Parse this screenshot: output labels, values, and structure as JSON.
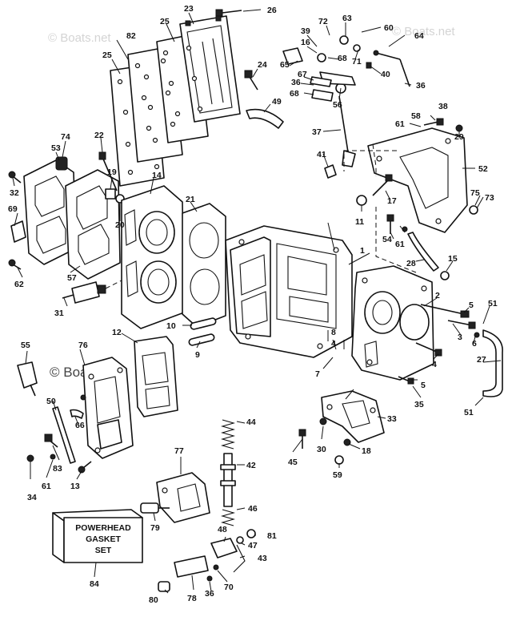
{
  "watermarks": [
    "© Boats.net",
    "© Boats.net",
    "© Boats.net"
  ],
  "gasket_box": {
    "line1": "POWERHEAD",
    "line2": "GASKET",
    "line3": "SET"
  },
  "callouts": [
    {
      "id": "c1",
      "n": "1"
    },
    {
      "id": "c2",
      "n": "2"
    },
    {
      "id": "c3",
      "n": "3"
    },
    {
      "id": "c4",
      "n": "4"
    },
    {
      "id": "c5a",
      "n": "5"
    },
    {
      "id": "c5b",
      "n": "5"
    },
    {
      "id": "c6",
      "n": "6"
    },
    {
      "id": "c7",
      "n": "7"
    },
    {
      "id": "c8",
      "n": "8"
    },
    {
      "id": "c4b",
      "n": "4"
    },
    {
      "id": "c9",
      "n": "9"
    },
    {
      "id": "c10",
      "n": "10"
    },
    {
      "id": "c11",
      "n": "11"
    },
    {
      "id": "c12",
      "n": "12"
    },
    {
      "id": "c13",
      "n": "13"
    },
    {
      "id": "c14",
      "n": "14"
    },
    {
      "id": "c15",
      "n": "15"
    },
    {
      "id": "c16",
      "n": "16"
    },
    {
      "id": "c17",
      "n": "17"
    },
    {
      "id": "c18",
      "n": "18"
    },
    {
      "id": "c19",
      "n": "19"
    },
    {
      "id": "c20",
      "n": "20"
    },
    {
      "id": "c21",
      "n": "21"
    },
    {
      "id": "c22",
      "n": "22"
    },
    {
      "id": "c23",
      "n": "23"
    },
    {
      "id": "c24",
      "n": "24"
    },
    {
      "id": "c25a",
      "n": "25"
    },
    {
      "id": "c25b",
      "n": "25"
    },
    {
      "id": "c26",
      "n": "26"
    },
    {
      "id": "c27",
      "n": "27"
    },
    {
      "id": "c28",
      "n": "28"
    },
    {
      "id": "c29",
      "n": "29"
    },
    {
      "id": "c30",
      "n": "30"
    },
    {
      "id": "c31",
      "n": "31"
    },
    {
      "id": "c32",
      "n": "32"
    },
    {
      "id": "c33",
      "n": "33"
    },
    {
      "id": "c34",
      "n": "34"
    },
    {
      "id": "c35",
      "n": "35"
    },
    {
      "id": "c36a",
      "n": "36"
    },
    {
      "id": "c36b",
      "n": "36"
    },
    {
      "id": "c36c",
      "n": "36"
    },
    {
      "id": "c37",
      "n": "37"
    },
    {
      "id": "c38",
      "n": "38"
    },
    {
      "id": "c39",
      "n": "39"
    },
    {
      "id": "c40",
      "n": "40"
    },
    {
      "id": "c41",
      "n": "41"
    },
    {
      "id": "c42",
      "n": "42"
    },
    {
      "id": "c43",
      "n": "43"
    },
    {
      "id": "c44",
      "n": "44"
    },
    {
      "id": "c45",
      "n": "45"
    },
    {
      "id": "c46",
      "n": "46"
    },
    {
      "id": "c47",
      "n": "47"
    },
    {
      "id": "c48",
      "n": "48"
    },
    {
      "id": "c49",
      "n": "49"
    },
    {
      "id": "c50",
      "n": "50"
    },
    {
      "id": "c51a",
      "n": "51"
    },
    {
      "id": "c51b",
      "n": "51"
    },
    {
      "id": "c52",
      "n": "52"
    },
    {
      "id": "c53",
      "n": "53"
    },
    {
      "id": "c54",
      "n": "54"
    },
    {
      "id": "c55",
      "n": "55"
    },
    {
      "id": "c56",
      "n": "56"
    },
    {
      "id": "c57",
      "n": "57"
    },
    {
      "id": "c58",
      "n": "58"
    },
    {
      "id": "c59",
      "n": "59"
    },
    {
      "id": "c60",
      "n": "60"
    },
    {
      "id": "c61a",
      "n": "61"
    },
    {
      "id": "c61b",
      "n": "61"
    },
    {
      "id": "c61c",
      "n": "61"
    },
    {
      "id": "c62",
      "n": "62"
    },
    {
      "id": "c63",
      "n": "63"
    },
    {
      "id": "c64",
      "n": "64"
    },
    {
      "id": "c65",
      "n": "65"
    },
    {
      "id": "c66",
      "n": "66"
    },
    {
      "id": "c67",
      "n": "67"
    },
    {
      "id": "c68a",
      "n": "68"
    },
    {
      "id": "c68b",
      "n": "68"
    },
    {
      "id": "c69",
      "n": "69"
    },
    {
      "id": "c70",
      "n": "70"
    },
    {
      "id": "c71",
      "n": "71"
    },
    {
      "id": "c72",
      "n": "72"
    },
    {
      "id": "c73",
      "n": "73"
    },
    {
      "id": "c74",
      "n": "74"
    },
    {
      "id": "c75",
      "n": "75"
    },
    {
      "id": "c76",
      "n": "76"
    },
    {
      "id": "c77",
      "n": "77"
    },
    {
      "id": "c78",
      "n": "78"
    },
    {
      "id": "c79",
      "n": "79"
    },
    {
      "id": "c80",
      "n": "80"
    },
    {
      "id": "c81",
      "n": "81"
    },
    {
      "id": "c82",
      "n": "82"
    },
    {
      "id": "c83",
      "n": "83"
    },
    {
      "id": "c84",
      "n": "84"
    }
  ]
}
